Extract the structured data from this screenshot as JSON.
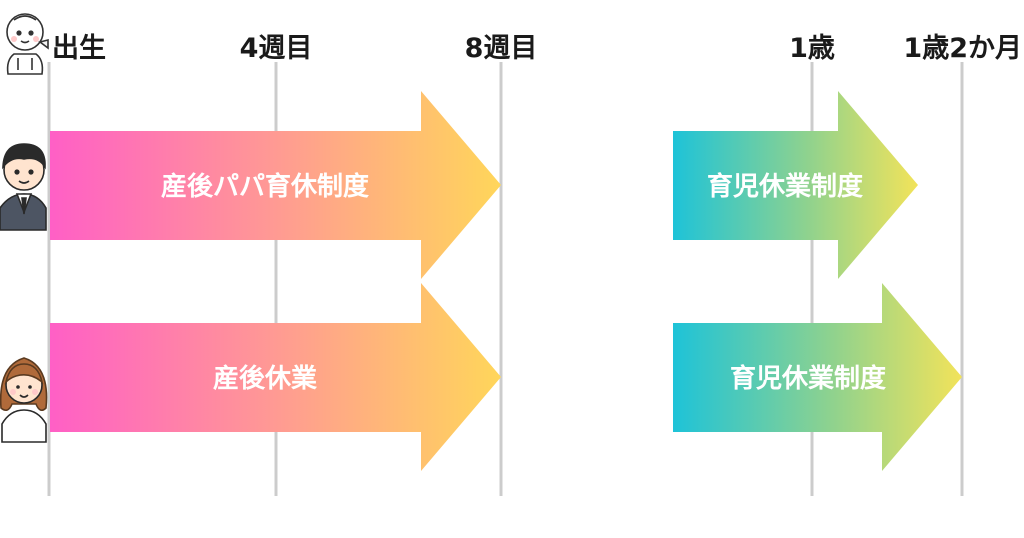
{
  "timeline": {
    "ticks": [
      "出生",
      "4週目",
      "8週目",
      "1歳",
      "1歳2か月"
    ]
  },
  "rows": {
    "father": {
      "icon": "father-avatar-icon",
      "leave_label": "産後パパ育休制度",
      "childcare_label": "育児休業制度"
    },
    "mother": {
      "icon": "mother-avatar-icon",
      "leave_label": "産後休業",
      "childcare_label": "育児休業制度"
    }
  },
  "colors": {
    "pink": "#ff5fc6",
    "orange": "#ffd65a",
    "teal": "#1ec3d8",
    "yellow_green": "#f2e35a",
    "gridline": "#cccccc"
  },
  "baby_icon": "baby-icon"
}
